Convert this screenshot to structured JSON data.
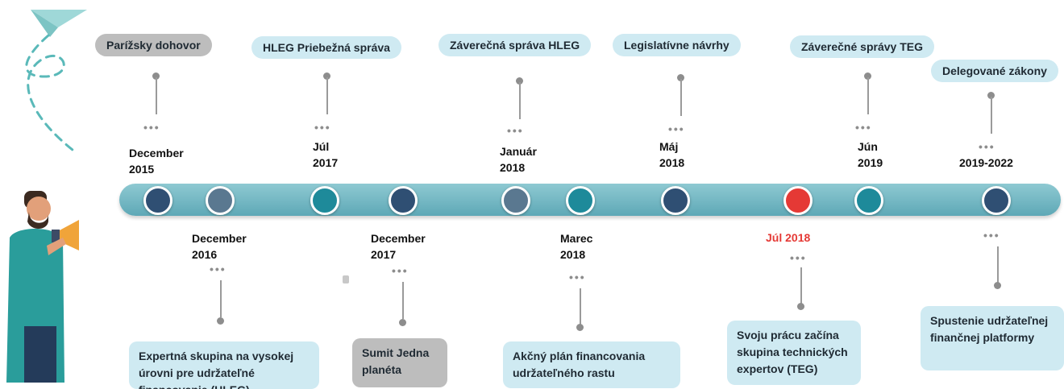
{
  "colors": {
    "track": "#6fb5c1",
    "navy": "#2f4f73",
    "teal": "#1e8a9a",
    "slate": "#5a7890",
    "red": "#e53935",
    "bubble": "#cfeaf2",
    "gray_bubble": "#bdbdbd"
  },
  "top_events": [
    {
      "label": "Parížsky dohovor",
      "date": "December\n2015"
    },
    {
      "label": "HLEG Priebežná správa",
      "date": "Júl\n2017"
    },
    {
      "label": "Záverečná správa HLEG",
      "date": "Január\n2018"
    },
    {
      "label": "Legislatívne návrhy",
      "date": "Máj\n2018"
    },
    {
      "label": "Záverečné správy TEG",
      "date": "Jún\n2019"
    },
    {
      "label": "Delegované zákony",
      "date": "2019-2022"
    }
  ],
  "bottom_events": [
    {
      "date": "December\n2016",
      "label": "Expertná skupina na vysokej úrovni pre udržateľné financovanie (HLEG)"
    },
    {
      "date": "December\n2017",
      "label": "Sumit Jedna planéta"
    },
    {
      "date": "Marec\n2018",
      "label": "Akčný plán financovania udržateľného rastu"
    },
    {
      "date": "Júl 2018",
      "label": "Svoju prácu začína skupina technických expertov (TEG)"
    },
    {
      "date": "",
      "label": "Spustenie udržateľnej finančnej platformy"
    }
  ],
  "icons": {
    "decoration": "paper-plane-icon",
    "figure": "megaphone-person-icon"
  }
}
